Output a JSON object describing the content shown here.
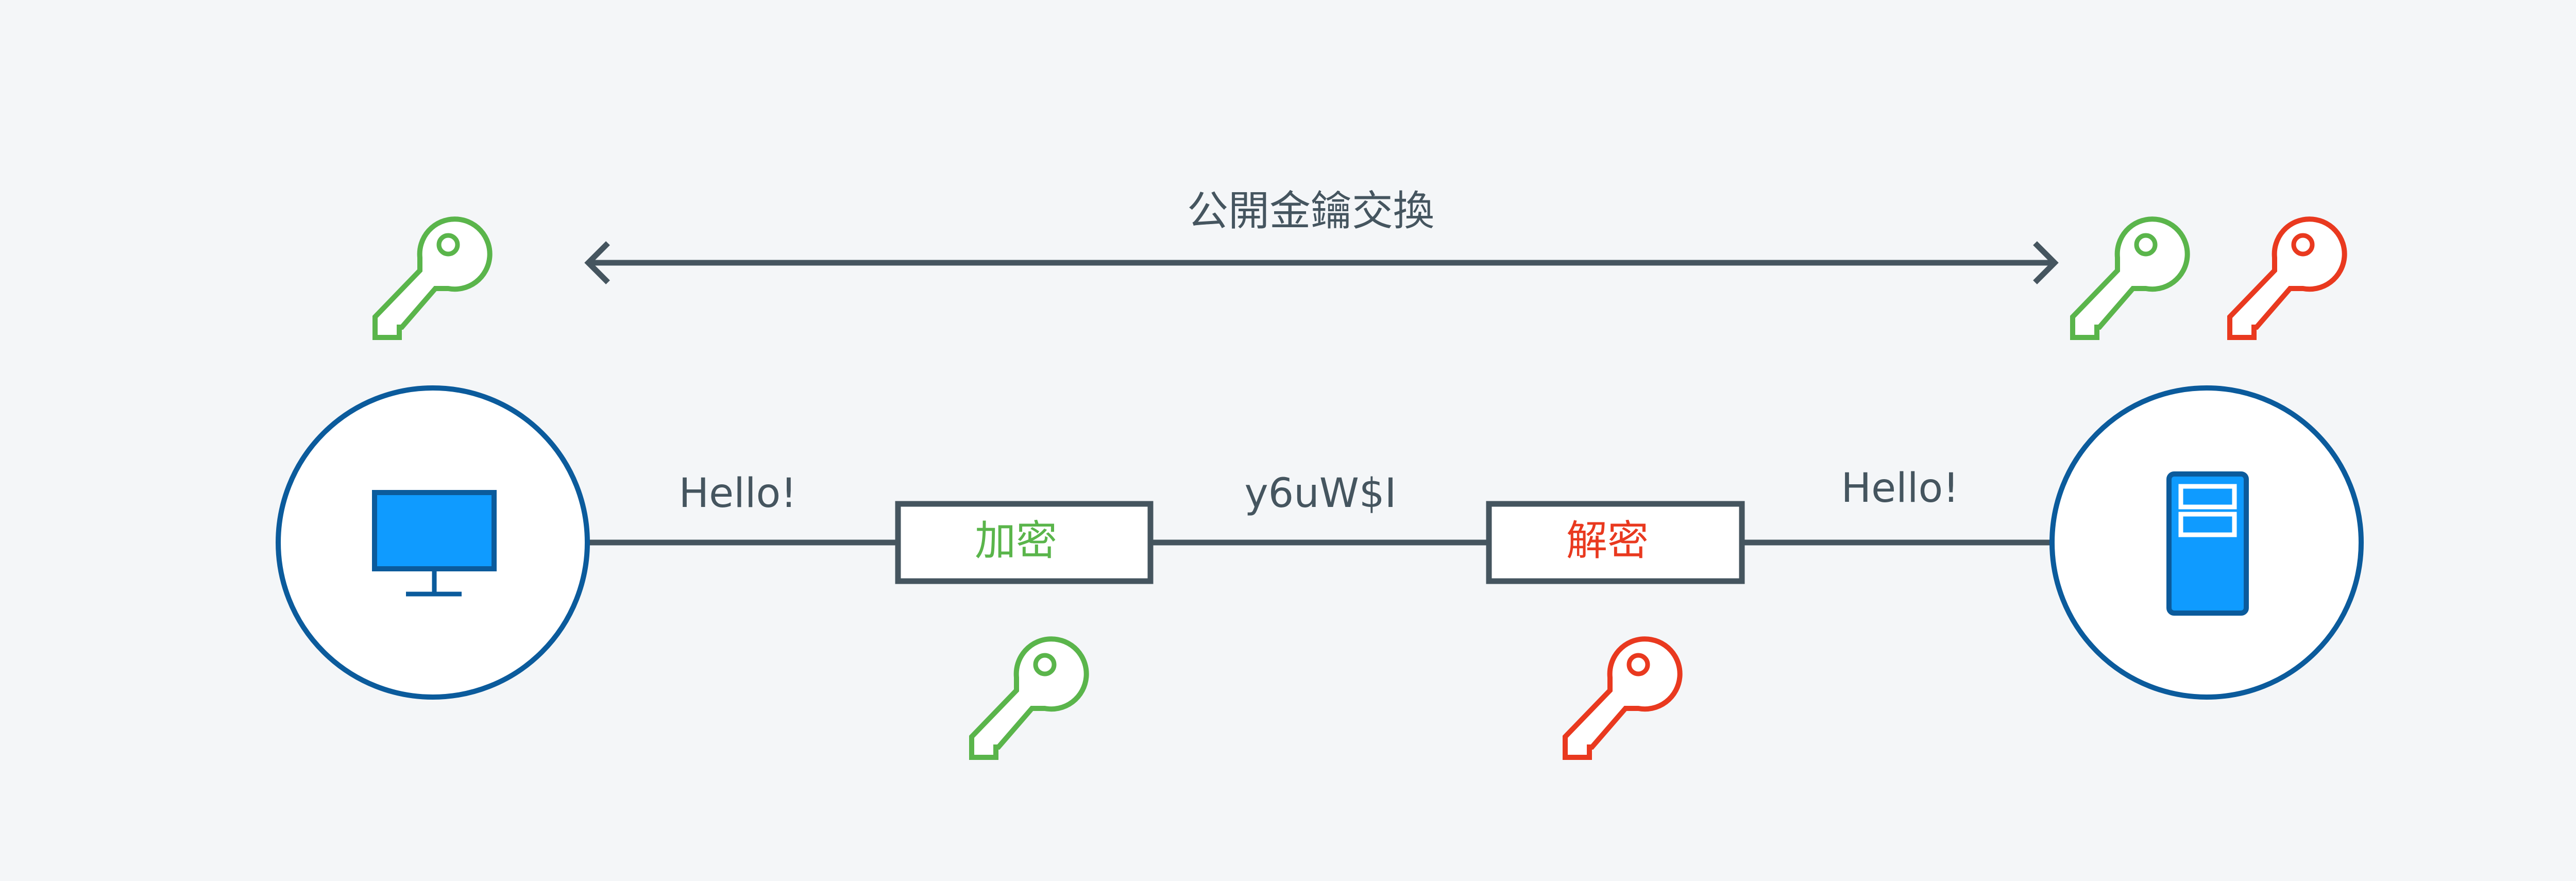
{
  "diagram": {
    "title": "公開金鑰交換",
    "sender": {
      "icon": "monitor-icon",
      "message": "Hello!"
    },
    "receiver": {
      "icon": "server-icon",
      "message": "Hello!"
    },
    "ciphertext": "y6uW$I",
    "encrypt_box": {
      "label": "加密",
      "color": "#5ab54b"
    },
    "decrypt_box": {
      "label": "解密",
      "color": "#e9391f"
    },
    "keys": {
      "public_key_color": "#5ab54b",
      "private_key_color": "#e9391f"
    },
    "colors": {
      "background": "#f4f6f8",
      "line": "#45555f",
      "node_border": "#0b5b9c",
      "node_fill": "#0f9bff"
    }
  }
}
